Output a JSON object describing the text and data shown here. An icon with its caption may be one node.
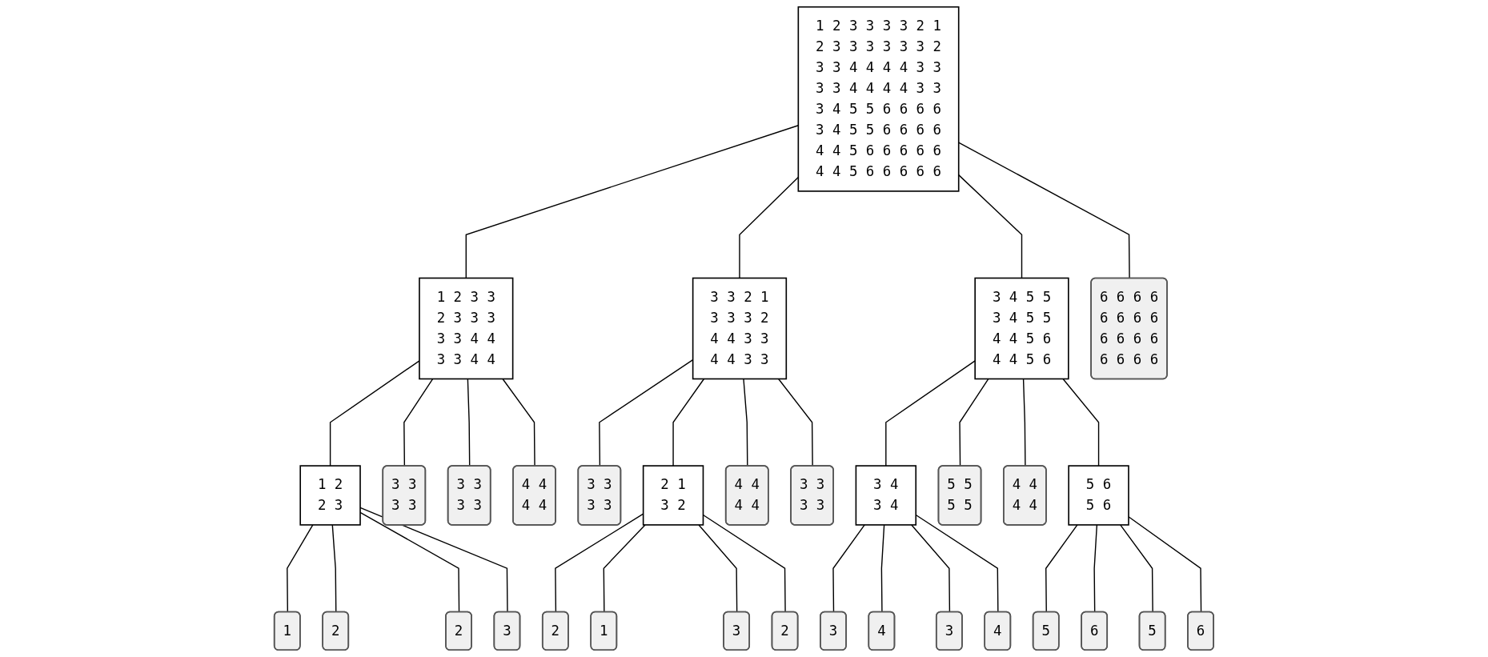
{
  "diagram": {
    "nodes": [
      {
        "text": [
          "1 2 3 3 3 3 2 1 2 3 3 3 3 3 3 2 3 3 4 4 4 4 3 3 3 3 4 4 4 4 3 3 3 4 5 5 6 6 6 6 3 4 5 5 6 6 6 6 4 4 5 6 6 6 6 6 4 4 5 6 6 6 6 6"
        ]
      },
      {
        "text": [
          "1 2 3 3 2 3 3 3 3 3 4 4 3 3 4 4"
        ]
      },
      {
        "text": [
          "3 3 2 1 3 3 3 2 4 4 3 3 4 4 3 3"
        ]
      },
      {
        "text": [
          "3 4 5 5 3 4 5 5 4 4 5 6 4 4 5 6"
        ]
      },
      {
        "text": [
          "6 6 6 6 6 6 6 6 6 6 6 6 6 6 6 6"
        ]
      },
      {
        "text": [
          "1 2 2 3"
        ]
      },
      {
        "text": [
          "3 3 3 3"
        ]
      },
      {
        "text": [
          "3 3 3 3"
        ]
      },
      {
        "text": [
          "4 4 4 4"
        ]
      },
      {
        "text": [
          "3 3 3 3"
        ]
      },
      {
        "text": [
          "2 1 3 2"
        ]
      },
      {
        "text": [
          "4 4 4 4"
        ]
      },
      {
        "text": [
          "3 3 3 3"
        ]
      },
      {
        "text": [
          "3 4 3 4"
        ]
      },
      {
        "text": [
          "5 5 5 5"
        ]
      },
      {
        "text": [
          "4 4 4 4"
        ]
      },
      {
        "text": [
          "5 6 5 6"
        ]
      },
      {
        "text": [
          "1"
        ]
      },
      {
        "text": [
          "2"
        ]
      },
      {
        "text": [
          "2"
        ]
      },
      {
        "text": [
          "3"
        ]
      },
      {
        "text": [
          "2"
        ]
      },
      {
        "text": [
          "1"
        ]
      },
      {
        "text": [
          "3"
        ]
      },
      {
        "text": [
          "2"
        ]
      },
      {
        "text": [
          "3"
        ]
      },
      {
        "text": [
          "4"
        ]
      },
      {
        "text": [
          "3"
        ]
      },
      {
        "text": [
          "4"
        ]
      },
      {
        "text": [
          "5"
        ]
      },
      {
        "text": [
          "6"
        ]
      },
      {
        "text": [
          "5"
        ]
      },
      {
        "text": [
          "6"
        ]
      }
    ],
    "edges": [
      {
        "from": 0,
        "to": 1,
        "arrow": "none"
      },
      {
        "from": 0,
        "to": 2,
        "arrow": "none"
      },
      {
        "from": 0,
        "to": 3,
        "arrow": "none"
      },
      {
        "from": 0,
        "to": 4,
        "arrow": "none"
      },
      {
        "from": 1,
        "to": 5,
        "arrow": "none"
      },
      {
        "from": 1,
        "to": 6,
        "arrow": "none"
      },
      {
        "from": 1,
        "to": 7,
        "arrow": "none"
      },
      {
        "from": 1,
        "to": 8,
        "arrow": "none"
      },
      {
        "from": 2,
        "to": 9,
        "arrow": "none"
      },
      {
        "from": 2,
        "to": 10,
        "arrow": "none"
      },
      {
        "from": 2,
        "to": 11,
        "arrow": "none"
      },
      {
        "from": 2,
        "to": 12,
        "arrow": "none"
      },
      {
        "from": 3,
        "to": 13,
        "arrow": "none"
      },
      {
        "from": 3,
        "to": 14,
        "arrow": "none"
      },
      {
        "from": 3,
        "to": 15,
        "arrow": "none"
      },
      {
        "from": 3,
        "to": 16,
        "arrow": "none"
      },
      {
        "from": 5,
        "to": 17,
        "arrow": "none"
      },
      {
        "from": 5,
        "to": 18,
        "arrow": "none"
      },
      {
        "from": 5,
        "to": 19,
        "arrow": "none"
      },
      {
        "from": 5,
        "to": 20,
        "arrow": "none"
      },
      {
        "from": 10,
        "to": 21,
        "arrow": "none"
      },
      {
        "from": 10,
        "to": 22,
        "arrow": "none"
      },
      {
        "from": 10,
        "to": 23,
        "arrow": "none"
      },
      {
        "from": 10,
        "to": 24,
        "arrow": "none"
      },
      {
        "from": 13,
        "to": 25,
        "arrow": "none"
      },
      {
        "from": 13,
        "to": 26,
        "arrow": "none"
      },
      {
        "from": 13,
        "to": 27,
        "arrow": "none"
      },
      {
        "from": 13,
        "to": 28,
        "arrow": "none"
      },
      {
        "from": 16,
        "to": 29,
        "arrow": "none"
      },
      {
        "from": 16,
        "to": 30,
        "arrow": "none"
      },
      {
        "from": 16,
        "to": 31,
        "arrow": "none"
      },
      {
        "from": 16,
        "to": 32,
        "arrow": "none"
      }
    ]
  }
}
